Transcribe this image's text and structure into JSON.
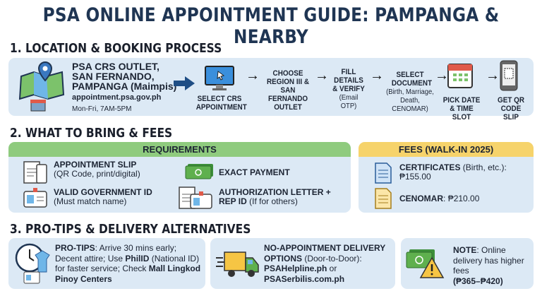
{
  "title": "PSA ONLINE APPOINTMENT GUIDE: PAMPANGA & NEARBY",
  "section1": {
    "heading": "1. LOCATION & BOOKING PROCESS",
    "location": {
      "name_lines": [
        "PSA CRS OUTLET,",
        "SAN FERNANDO,",
        "PAMPANGA (Maimpis)"
      ],
      "url": "appointment.psa.gov.ph",
      "hours": "Mon-Fri, 7AM-5PM"
    },
    "steps": [
      {
        "label": "SELECT CRS APPOINTMENT",
        "icon": "computer-cursor-icon"
      },
      {
        "label": "CHOOSE REGION III & SAN FERNANDO OUTLET"
      },
      {
        "label": "FILL DETAILS & VERIFY",
        "sub": "(Email OTP)"
      },
      {
        "label": "SELECT DOCUMENT",
        "sub": "(Birth, Marriage, Death, CENOMAR)"
      },
      {
        "label": "PICK DATE & TIME SLOT",
        "icon": "calendar-icon"
      },
      {
        "label": "GET QR CODE SLIP",
        "icon": "phone-qr-icon"
      }
    ]
  },
  "section2": {
    "heading": "2. WHAT TO BRING & FEES",
    "requirements": {
      "header": "REQUIREMENTS",
      "items": [
        {
          "title": "APPOINTMENT SLIP",
          "detail": "(QR Code, print/digital)"
        },
        {
          "title": "EXACT PAYMENT",
          "detail": ""
        },
        {
          "title": "VALID GOVERNMENT ID",
          "detail": "(Must match name)"
        },
        {
          "title": "AUTHORIZATION LETTER +",
          "title2": "REP ID",
          "detail": "(If for others)"
        }
      ]
    },
    "fees": {
      "header": "FEES (WALK-IN 2025)",
      "items": [
        {
          "title": "CERTIFICATES",
          "detail": "(Birth, etc.):",
          "price": "₱155.00"
        },
        {
          "title": "CENOMAR",
          "detail": ":",
          "price": "₱210.00"
        }
      ]
    }
  },
  "section3": {
    "heading": "3. PRO-TIPS & DELIVERY ALTERNATIVES",
    "tips": {
      "bold1": "PRO-TIPS",
      "t1": ": Arrive 30 mins early; Decent attire; Use ",
      "bold2": "PhilID",
      "t2": " (National ID) for faster service; Check ",
      "bold3": "Mall Lingkod Pinoy Centers"
    },
    "delivery": {
      "bold1": "NO-APPOINTMENT DELIVERY OPTIONS",
      "t1": " (Door-to-Door):",
      "site1": "PSAHelpline.ph",
      "or": " or",
      "site2": "PSASerbilis.com.ph"
    },
    "note": {
      "bold": "NOTE",
      "text": ": Online delivery has higher fees",
      "fees": "(₱365–₱420)"
    }
  },
  "colors": {
    "panel": "#dce9f5",
    "title": "#1f3553",
    "green": "#8fcb7e",
    "yellow": "#f6d36b"
  }
}
